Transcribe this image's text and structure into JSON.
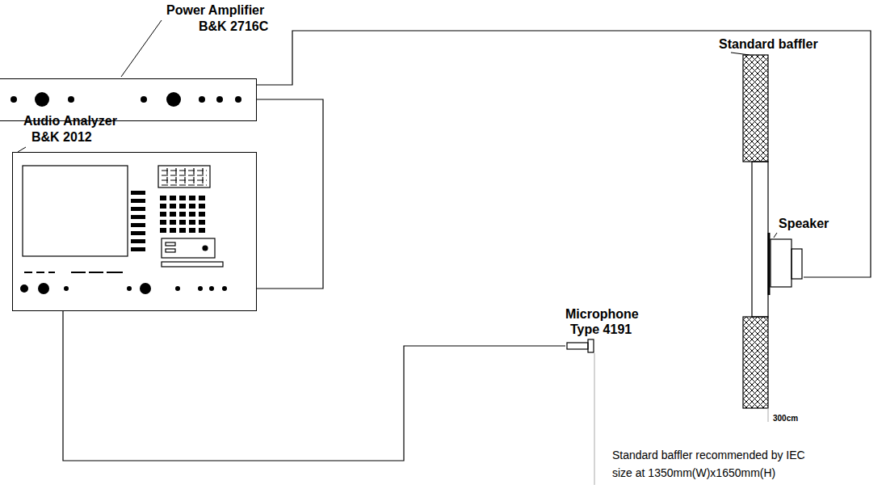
{
  "diagram": {
    "nodes": [
      {
        "text": [
          "Power Amplifier",
          "B&K 2716C"
        ]
      },
      {
        "text": [
          "Audio Analyzer",
          "B&K 2012"
        ]
      },
      {
        "text": [
          "Microphone",
          "Type 4191"
        ]
      },
      {
        "text": [
          "Standard baffler"
        ]
      },
      {
        "text": [
          "Speaker"
        ]
      }
    ],
    "edges": [
      {
        "from": 0,
        "to": 4,
        "arrow": "none"
      },
      {
        "from": 1,
        "to": 0,
        "arrow": "none"
      },
      {
        "from": 1,
        "to": 2,
        "arrow": "none"
      }
    ],
    "labels": [
      "300cm",
      "Standard baffler recommended by IEC size at 1350mm(W)x1650mm(H)"
    ]
  }
}
